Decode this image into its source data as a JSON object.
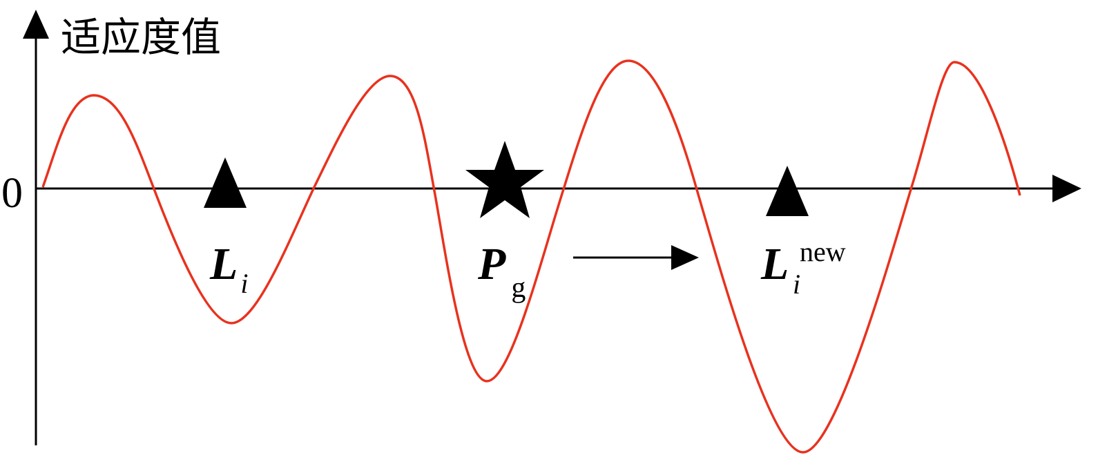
{
  "axis": {
    "y_label": "适应度值",
    "zero_label": "0"
  },
  "markers": {
    "li": {
      "main": "L",
      "sub": "i"
    },
    "pg": {
      "main": "P",
      "sub": "g"
    },
    "li_new": {
      "main": "L",
      "sub": "i",
      "sup": "new"
    }
  },
  "colors": {
    "curve": "#e8321e",
    "axis": "#000000",
    "marker": "#000000"
  },
  "icons": {
    "li_marker": "triangle-icon",
    "pg_marker": "star-icon",
    "li_new_marker": "triangle-icon",
    "move": "arrow-right-icon"
  }
}
